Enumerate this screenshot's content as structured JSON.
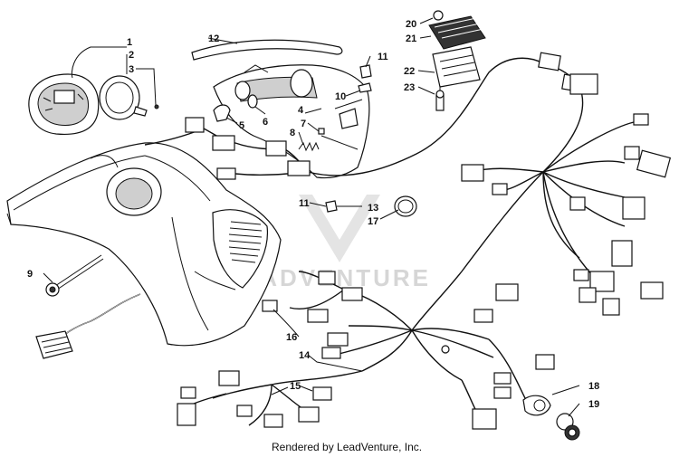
{
  "diagram": {
    "callouts": [
      {
        "id": "c1",
        "label": "1"
      },
      {
        "id": "c2",
        "label": "2"
      },
      {
        "id": "c3",
        "label": "3"
      },
      {
        "id": "c4",
        "label": "4"
      },
      {
        "id": "c5",
        "label": "5"
      },
      {
        "id": "c6",
        "label": "6"
      },
      {
        "id": "c7",
        "label": "7"
      },
      {
        "id": "c8",
        "label": "8"
      },
      {
        "id": "c9",
        "label": "9"
      },
      {
        "id": "c10",
        "label": "10"
      },
      {
        "id": "c11a",
        "label": "11"
      },
      {
        "id": "c11b",
        "label": "11"
      },
      {
        "id": "c12",
        "label": "12"
      },
      {
        "id": "c13",
        "label": "13"
      },
      {
        "id": "c14",
        "label": "14"
      },
      {
        "id": "c15",
        "label": "15"
      },
      {
        "id": "c16",
        "label": "16"
      },
      {
        "id": "c17",
        "label": "17"
      },
      {
        "id": "c18",
        "label": "18"
      },
      {
        "id": "c19",
        "label": "19"
      },
      {
        "id": "c20",
        "label": "20"
      },
      {
        "id": "c21",
        "label": "21"
      },
      {
        "id": "c22",
        "label": "22"
      },
      {
        "id": "c23",
        "label": "23"
      }
    ],
    "watermark": "LEADVENTURE",
    "footer": "Rendered by LeadVenture, Inc."
  }
}
